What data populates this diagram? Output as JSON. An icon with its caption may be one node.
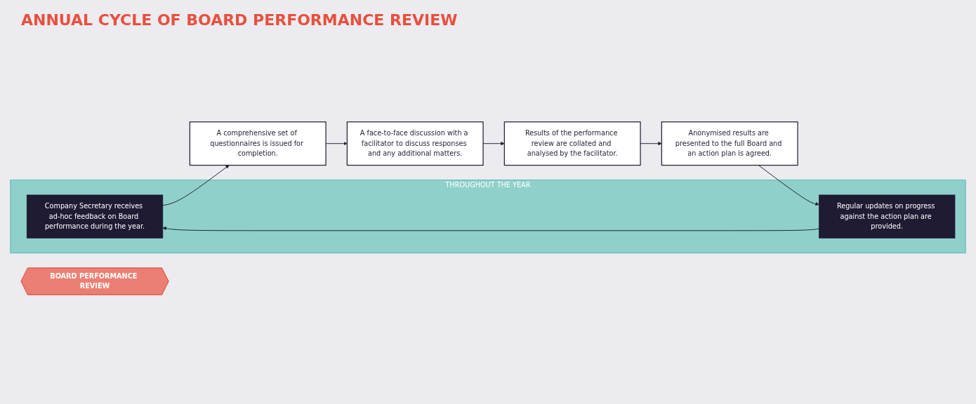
{
  "diagram": {
    "title": "ANNUAL CYCLE OF BOARD PERFORMANCE REVIEW",
    "nodes": [
      {
        "text": [
          "THROUGHOUT THE YEAR"
        ]
      },
      {
        "text": [
          "Company Secretary receives ad-hoc feedback on Board performance during the year."
        ],
        "in": 0
      },
      {
        "text": [
          "Regular updates on progress against the action plan are provided."
        ],
        "in": 0
      },
      {
        "text": [
          "BOARD PERFORMANCE REVIEW"
        ]
      },
      {
        "text": [
          "A comprehensive set of questionnaires is issued for completion."
        ]
      },
      {
        "text": [
          "A face-to-face discussion with a facilitator to discuss responses and any additional matters."
        ]
      },
      {
        "text": [
          "Results of the performance review are collated and analysed by the facilitator."
        ]
      },
      {
        "text": [
          "Anonymised results are presented to the full Board and an action plan is agreed."
        ]
      }
    ],
    "edges": [
      {
        "from": 1,
        "to": 4,
        "arrow": "to"
      },
      {
        "from": 4,
        "to": 5,
        "arrow": "to"
      },
      {
        "from": 5,
        "to": 6,
        "arrow": "to"
      },
      {
        "from": 6,
        "to": 7,
        "arrow": "to"
      },
      {
        "from": 7,
        "to": 2,
        "arrow": "to"
      },
      {
        "from": 2,
        "to": 1,
        "arrow": "to"
      }
    ]
  }
}
